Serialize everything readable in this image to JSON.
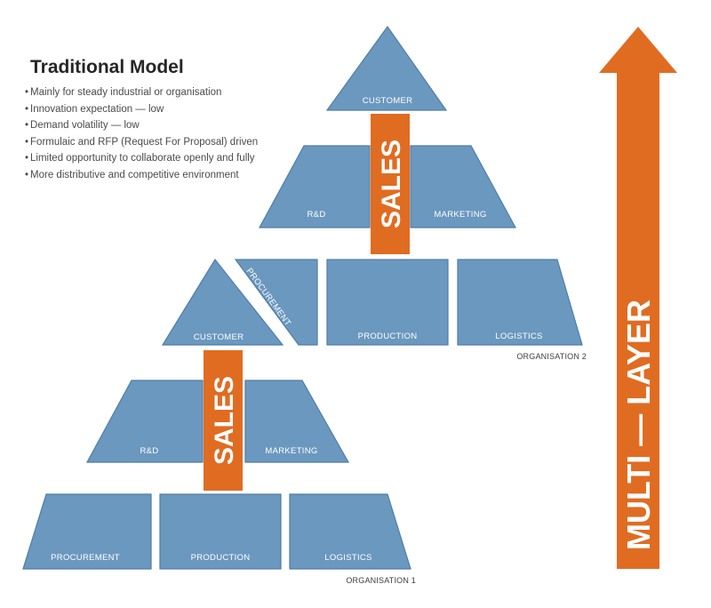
{
  "legend": {
    "title": "Traditional Model",
    "bullets": [
      "Mainly for steady industrial or organisation",
      "Innovation expectation — low",
      "Demand volatility — low",
      "Formulaic and RFP (Request For Proposal) driven",
      "Limited opportunity to collaborate openly and fully",
      "More distributive and competitive environment"
    ]
  },
  "organisation_2": {
    "customer": "CUSTOMER",
    "rnd": "R&D",
    "marketing": "MARKETING",
    "sales": "SALES",
    "customer_bottom": "CUSTOMER",
    "procurement": "PROCUREMENT",
    "production": "PRODUCTION",
    "logistics": "LOGISTICS",
    "caption": "ORGANISATION 2"
  },
  "organisation_1": {
    "rnd": "R&D",
    "marketing": "MARKETING",
    "sales": "SALES",
    "procurement": "PROCUREMENT",
    "production": "PRODUCTION",
    "logistics": "LOGISTICS",
    "caption": "ORGANISATION 1"
  },
  "arrow": {
    "label": "MULTI — LAYER"
  },
  "colors": {
    "block": "#6b98bf",
    "accent": "#e06c22",
    "text": "#262626"
  }
}
